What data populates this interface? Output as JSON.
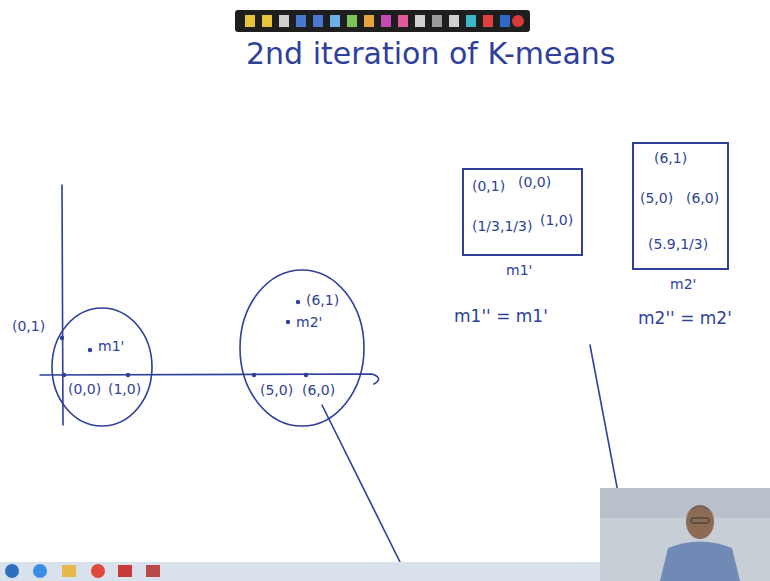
{
  "diagram": {
    "title": "2nd iteration of K-means",
    "nodes": [
      {
        "text": [
          "(0,1)",
          "m1'",
          "(0,0)",
          "(1,0)"
        ]
      },
      {
        "text": [
          "(6,1)",
          "m2'",
          "(5,0)",
          "(6,0)"
        ]
      },
      {
        "text": [
          "(0,1)",
          "(0,0)",
          "(1/3,1/3)",
          "(1,0)",
          "m1'"
        ]
      },
      {
        "text": [
          "(6,1)",
          "(5,0)",
          "(6,0)",
          "(5.9,1/3)",
          "m2'"
        ]
      }
    ],
    "labels": [
      "m1'' = m1'",
      "m2'' = m2'"
    ]
  }
}
